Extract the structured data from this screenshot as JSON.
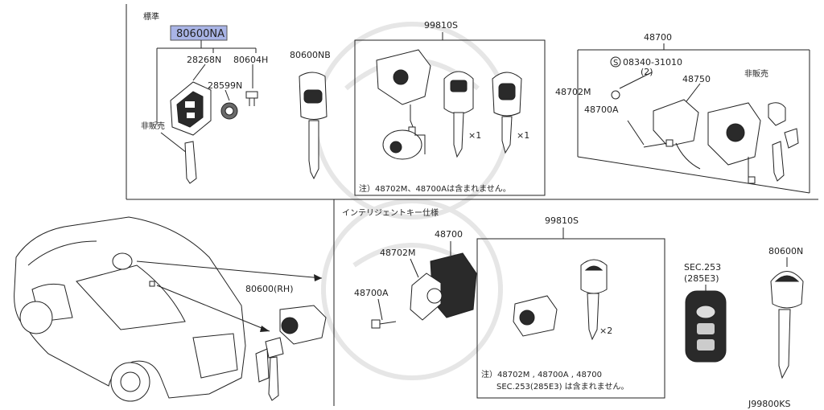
{
  "sections": {
    "standard": {
      "heading": "標準",
      "highlight_label": "80600NA",
      "highlight_color": "#a9b4e6",
      "labels": [
        "28268N",
        "80604H",
        "28599N",
        "非販売",
        "80600NB"
      ]
    },
    "kit_standard": {
      "label": "99810S",
      "qty_1": "×1",
      "qty_2": "×1",
      "note": "注）48702M、48700Aは含まれません。"
    },
    "right_assy": {
      "labels": [
        "48700",
        "48702M",
        "48750",
        "48700A",
        "非販売"
      ],
      "screw_label": "08340-31010",
      "screw_qty": "(2)",
      "screw_symbol": "S"
    },
    "intelligent": {
      "heading": "インテリジェントキー仕様",
      "labels": [
        "48700",
        "48702M",
        "48700A",
        "80600(RH)"
      ],
      "kit_label": "99810S",
      "kit_qty": "×2",
      "kit_note_1": "注）48702M , 48700A , 48700",
      "kit_note_2": "SEC.253(285E3) は含まれません。",
      "sec_label_1": "SEC.253",
      "sec_label_2": "(285E3)",
      "key_label": "80600N"
    },
    "diagram_code": "J99800KS"
  },
  "icons": [
    "car-body-icon",
    "key-fob-icon",
    "blade-key-icon",
    "ignition-lock-icon",
    "door-lock-cylinder-icon",
    "screw-icon",
    "battery-icon",
    "smart-key-icon"
  ]
}
